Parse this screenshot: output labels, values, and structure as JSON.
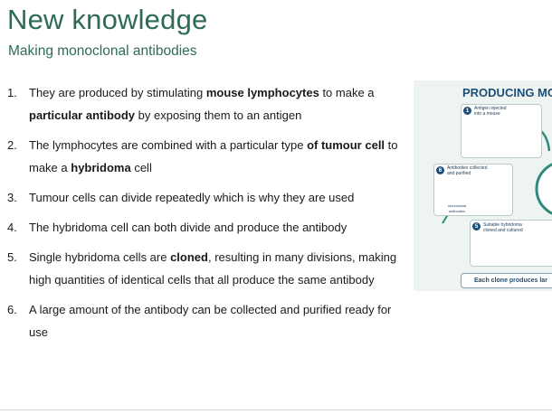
{
  "header": {
    "title": "New knowledge",
    "subtitle": "Making monoclonal antibodies"
  },
  "steps": [
    {
      "num": "1.",
      "parts": [
        {
          "t": "They are produced by stimulating ",
          "b": false
        },
        {
          "t": "mouse lymphocytes",
          "b": true
        },
        {
          "t": " to make a ",
          "b": false
        },
        {
          "t": "particular antibody",
          "b": true
        },
        {
          "t": " by exposing them to an antigen",
          "b": false
        }
      ]
    },
    {
      "num": "2.",
      "parts": [
        {
          "t": "The lymphocytes are combined with a particular type ",
          "b": false
        },
        {
          "t": "of tumour cell",
          "b": true
        },
        {
          "t": " to make a ",
          "b": false
        },
        {
          "t": "hybridoma",
          "b": true
        },
        {
          "t": " cell",
          "b": false
        }
      ]
    },
    {
      "num": "3.",
      "parts": [
        {
          "t": "Tumour cells can divide repeatedly which is why they are used",
          "b": false
        }
      ]
    },
    {
      "num": "4.",
      "parts": [
        {
          "t": "The hybridoma cell can both divide and produce the antibody",
          "b": false
        }
      ]
    },
    {
      "num": "5.",
      "parts": [
        {
          "t": "Single hybridoma cells are ",
          "b": false
        },
        {
          "t": "cloned",
          "b": true
        },
        {
          "t": ", resulting in many divisions, making high quantities of identical cells that all produce the same antibody",
          "b": false
        }
      ]
    },
    {
      "num": "6.",
      "parts": [
        {
          "t": "A large amount of the antibody can be collected and purified ready for use",
          "b": false
        }
      ]
    }
  ],
  "infographic": {
    "title": "PRODUCING MO",
    "step1_num": "1",
    "step1_label": "Antigen injected into a mouse",
    "step6_num": "6",
    "step6_label": "Antibodies collected and purified",
    "step6_sublabel": "monoclonal antibodies",
    "step5_num": "5",
    "step5_label": "Suitable hybridoma cloned and cultured",
    "footer": "Each clone produces lar",
    "colors": {
      "accent": "#1f4e79",
      "teal": "#2e6b55",
      "panel": "#eef4f1"
    }
  }
}
